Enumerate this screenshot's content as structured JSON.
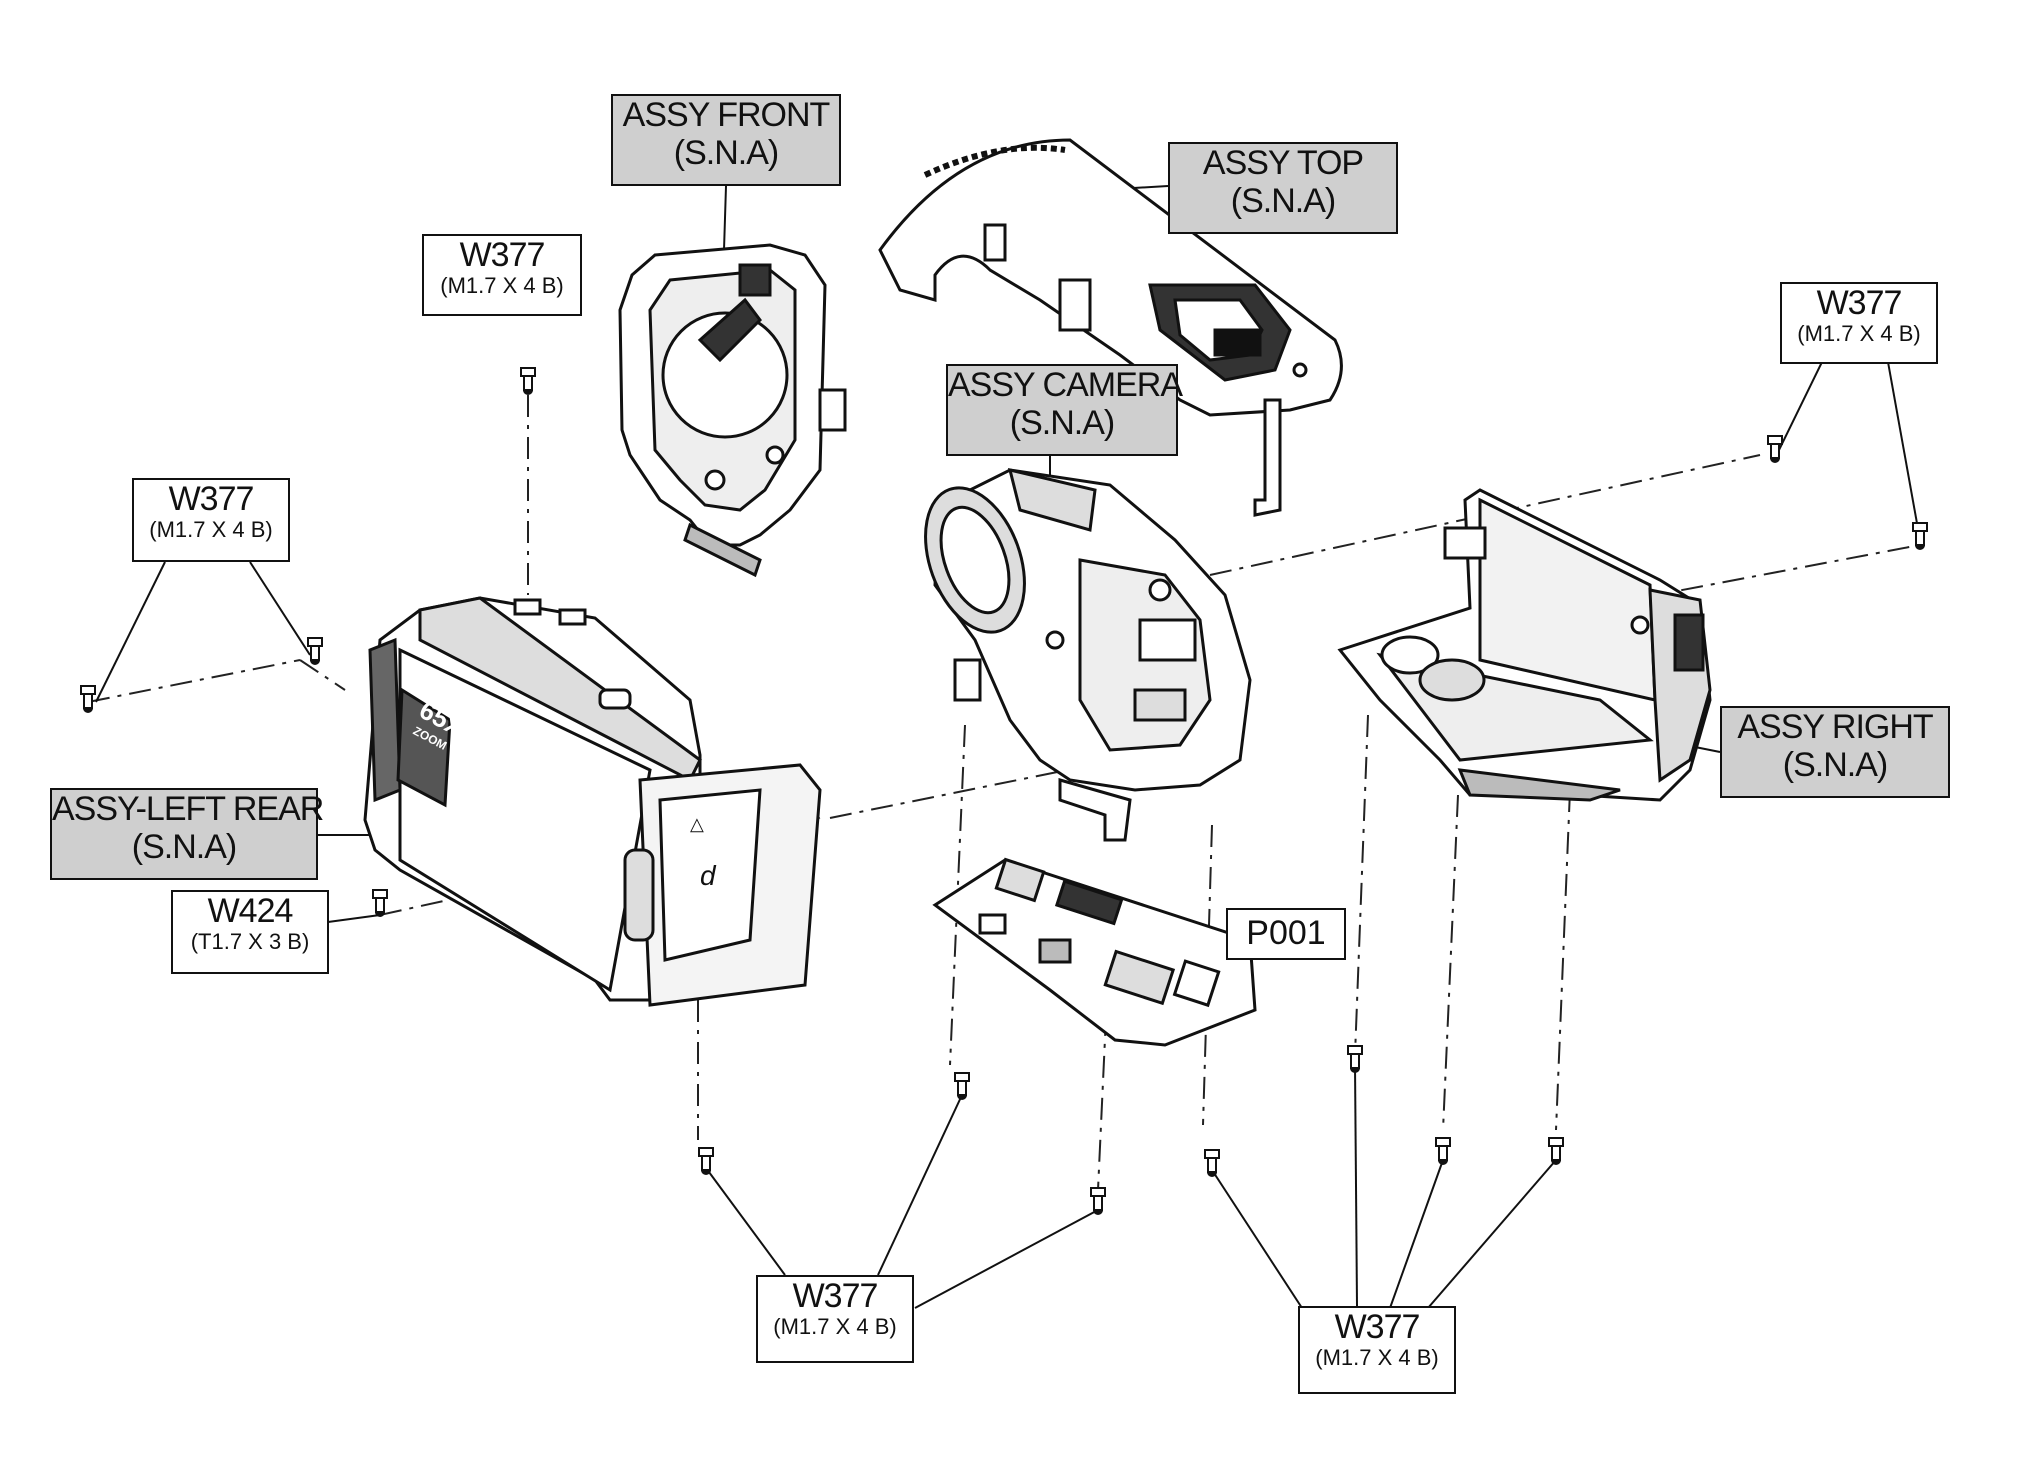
{
  "labels": {
    "assy_front": {
      "line1": "ASSY FRONT",
      "line2": "(S.N.A)"
    },
    "assy_top": {
      "line1": "ASSY TOP",
      "line2": "(S.N.A)"
    },
    "assy_camera": {
      "line1": "ASSY CAMERA",
      "line2": "(S.N.A)"
    },
    "assy_right": {
      "line1": "ASSY RIGHT",
      "line2": "(S.N.A)"
    },
    "assy_left_rear": {
      "line1": "ASSY-LEFT REAR",
      "line2": "(S.N.A)"
    },
    "w377_top_left": {
      "line1": "W377",
      "line2": "(M1.7 X 4 B)"
    },
    "w377_left": {
      "line1": "W377",
      "line2": "(M1.7 X 4 B)"
    },
    "w377_right": {
      "line1": "W377",
      "line2": "(M1.7 X 4 B)"
    },
    "w377_bottom_center": {
      "line1": "W377",
      "line2": "(M1.7 X 4 B)"
    },
    "w377_bottom_right": {
      "line1": "W377",
      "line2": "(M1.7 X 4 B)"
    },
    "w424": {
      "line1": "W424",
      "line2": "(T1.7 X 3 B)"
    },
    "p001": {
      "line1": "P001"
    }
  },
  "badge": {
    "line1": "65x",
    "line2": "ZOOM"
  },
  "colors": {
    "line": "#111111",
    "label_shade": "#cfcfcf",
    "part_fill": "#ffffff",
    "part_shade": "#bdbdbd"
  }
}
